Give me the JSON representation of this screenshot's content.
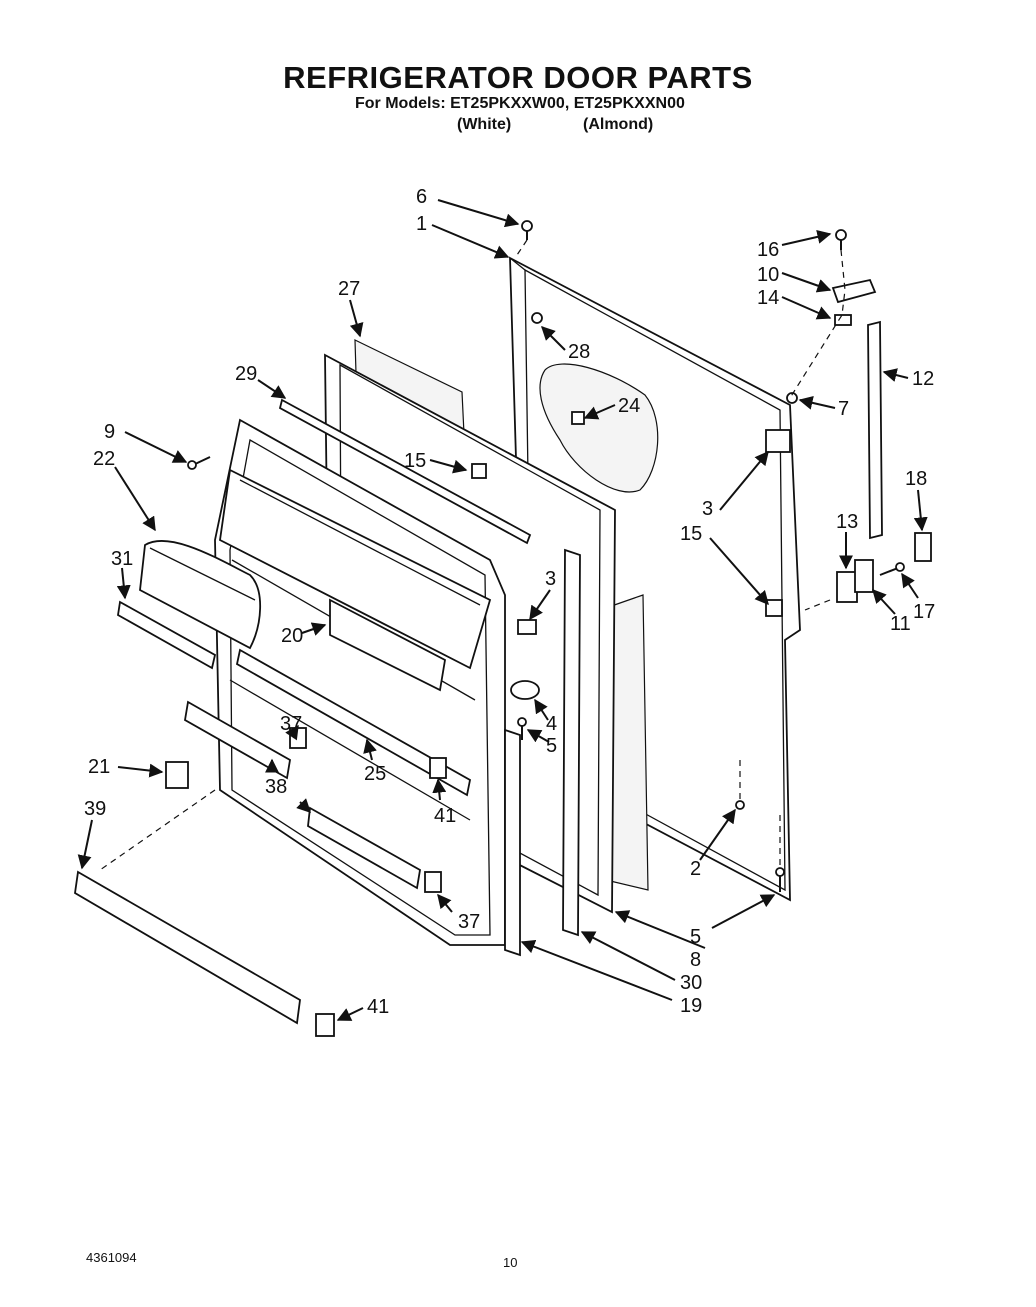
{
  "title": "REFRIGERATOR DOOR PARTS",
  "models_line": "For Models: ET25PKXXW00, ET25PKXXN00",
  "variants": [
    "(White)",
    "(Almond)"
  ],
  "footer_code": "4361094",
  "page_number": "10",
  "callouts": [
    {
      "label": "6"
    },
    {
      "label": "1"
    },
    {
      "label": "27"
    },
    {
      "label": "28"
    },
    {
      "label": "29"
    },
    {
      "label": "24"
    },
    {
      "label": "9"
    },
    {
      "label": "22"
    },
    {
      "label": "15"
    },
    {
      "label": "31"
    },
    {
      "label": "3"
    },
    {
      "label": "20"
    },
    {
      "label": "37"
    },
    {
      "label": "4"
    },
    {
      "label": "5"
    },
    {
      "label": "21"
    },
    {
      "label": "25"
    },
    {
      "label": "38"
    },
    {
      "label": "41"
    },
    {
      "label": "39"
    },
    {
      "label": "37"
    },
    {
      "label": "41"
    },
    {
      "label": "16"
    },
    {
      "label": "10"
    },
    {
      "label": "14"
    },
    {
      "label": "12"
    },
    {
      "label": "7"
    },
    {
      "label": "3"
    },
    {
      "label": "15"
    },
    {
      "label": "18"
    },
    {
      "label": "13"
    },
    {
      "label": "11"
    },
    {
      "label": "17"
    },
    {
      "label": "2"
    },
    {
      "label": "5"
    },
    {
      "label": "8"
    },
    {
      "label": "30"
    },
    {
      "label": "19"
    }
  ]
}
